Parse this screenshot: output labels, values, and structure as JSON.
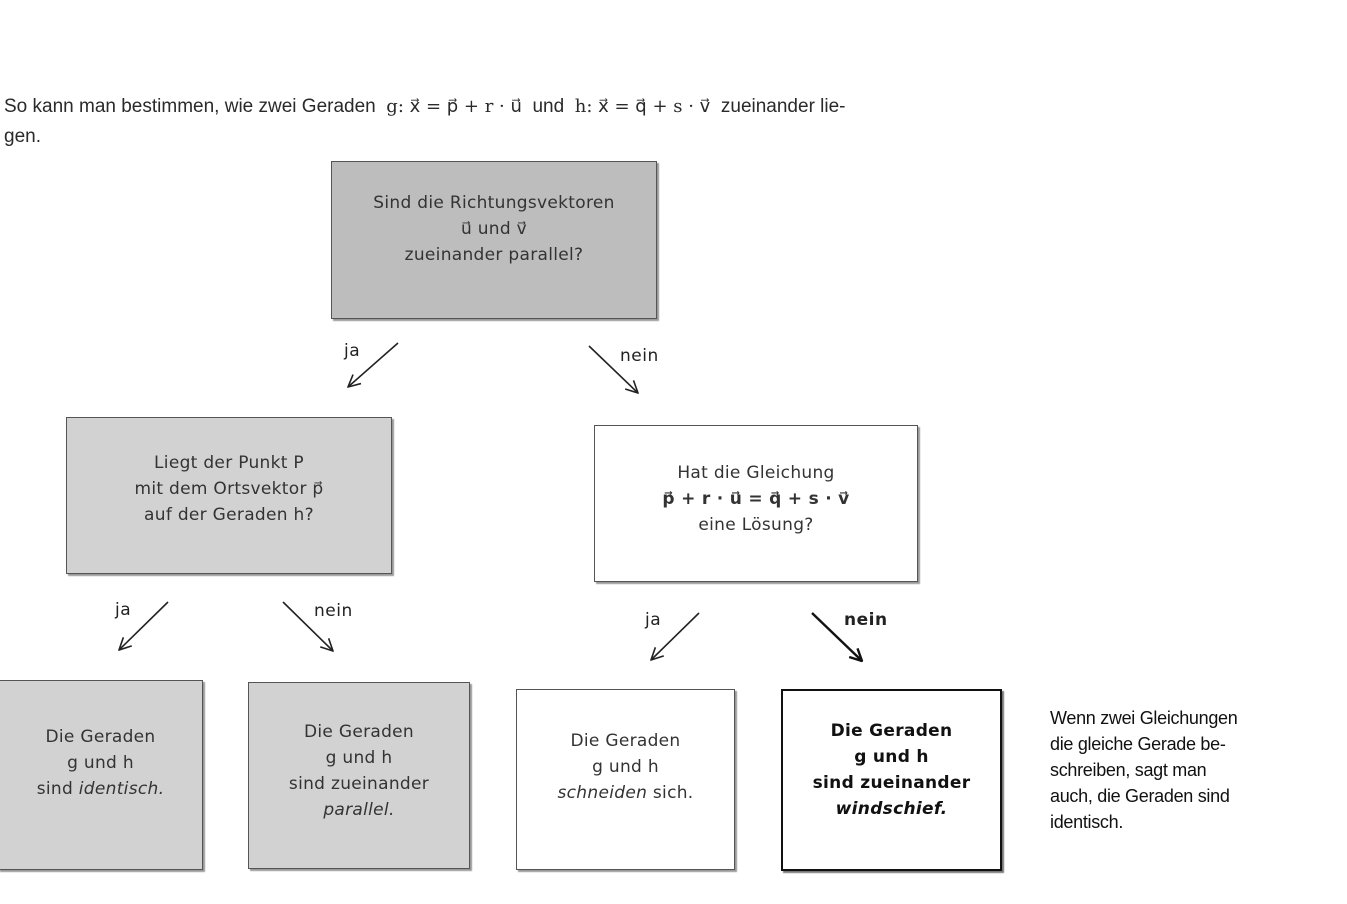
{
  "intro": {
    "line1_prefix": "So kann man bestimmen, wie zwei Geraden",
    "formula_g": "g: x⃗ = p⃗ + r · u⃗",
    "connector": "und",
    "formula_h": "h: x⃗ = q⃗ + s · v⃗",
    "line1_suffix": "zueinander lie-",
    "line2": "gen."
  },
  "root": {
    "line1": "Sind die Richtungsvektoren",
    "line2": "u⃗ und v⃗",
    "line3": "zueinander parallel?"
  },
  "left_question": {
    "line1": "Liegt der Punkt P",
    "line2": "mit dem Ortsvektor p⃗",
    "line3": "auf der Geraden h?"
  },
  "right_question": {
    "line1": "Hat die Gleichung",
    "line2": "p⃗ + r · u⃗ = q⃗ + s · v⃗",
    "line3": "eine Lösung?"
  },
  "labels": {
    "yes": "ja",
    "no": "nein"
  },
  "results": [
    {
      "line1": "Die Geraden",
      "line2": "g und h",
      "line3": "sind",
      "emph": "identisch."
    },
    {
      "line1": "Die Geraden",
      "line2": "g und h",
      "line3": "sind zueinander",
      "emph": "parallel."
    },
    {
      "line1": "Die Geraden",
      "line2": "g und h",
      "emph": "schneiden",
      "line3": "sich."
    },
    {
      "line1": "Die Geraden",
      "line2": "g und h",
      "line3": "sind zueinander",
      "emph": "windschief."
    }
  ],
  "note": {
    "line1": "Wenn zwei Gleichungen",
    "line2": "die gleiche Gerade be-",
    "line3": "schreiben, sagt man",
    "line4": "auch, die Geraden sind",
    "line5": "identisch."
  }
}
